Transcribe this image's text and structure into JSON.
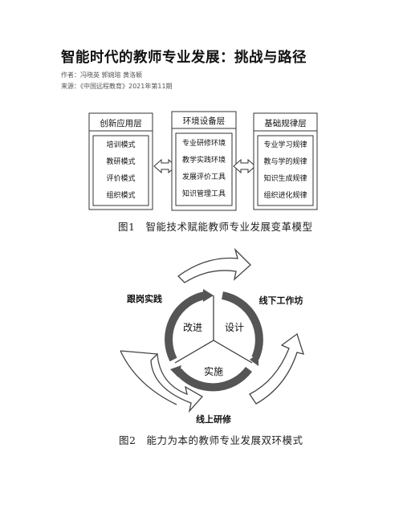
{
  "article": {
    "title": "智能时代的教师专业发展：挑战与路径",
    "authors": "作者：冯晓英 郭婉瑢 黄洛颖",
    "source": "来源：《中国远程教育》2021年第11期"
  },
  "figure1": {
    "caption": "图1　智能技术赋能教师专业发展变革模型",
    "boxes": [
      {
        "title": "创新应用层",
        "items": [
          "培训模式",
          "教研模式",
          "评价模式",
          "组织模式"
        ]
      },
      {
        "title": "环境设备层",
        "items": [
          "专业研修环境",
          "教学实践环境",
          "发展评价工具",
          "知识管理工具"
        ]
      },
      {
        "title": "基础规律层",
        "items": [
          "专业学习规律",
          "教与学的规律",
          "知识生成规律",
          "组织进化规律"
        ]
      }
    ]
  },
  "figure2": {
    "caption": "图2　能力为本的教师专业发展双环模式",
    "outer_labels": {
      "left": "跟岗实践",
      "right": "线下工作坊",
      "bottom": "线上研修"
    },
    "inner_labels": {
      "left": "改进",
      "right": "设计",
      "bottom": "实施"
    }
  },
  "colors": {
    "ring": "#555555",
    "box_border": "#333333",
    "text": "#222222"
  }
}
